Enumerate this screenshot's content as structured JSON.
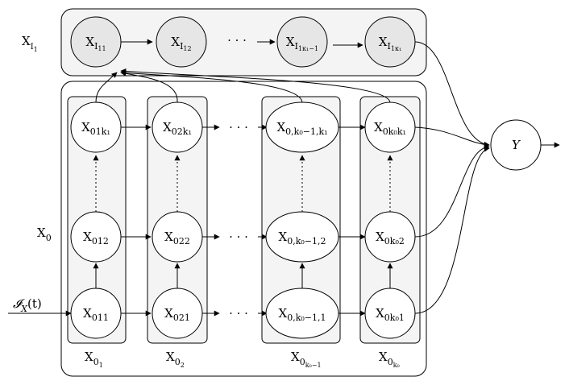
{
  "labels": {
    "group_x_i1": "X",
    "group_x_i1_sub": "I",
    "group_x_i1_subsub": "1",
    "group_x0": "X",
    "group_x0_sub": "0",
    "input": "𝓘",
    "input_sub": "X",
    "input_tail": "(t)",
    "output": "Y",
    "dots": "· · ·"
  },
  "top_nodes": [
    {
      "base": "X",
      "sub": "I",
      "subsub": "11"
    },
    {
      "base": "X",
      "sub": "I",
      "subsub": "12"
    },
    {
      "base": "X",
      "sub": "I",
      "subsub": "1κ₁−1"
    },
    {
      "base": "X",
      "sub": "I",
      "subsub": "1κ₁"
    }
  ],
  "columns": [
    {
      "label": "X",
      "label_sub": "0",
      "label_subsub": "1",
      "nodes": [
        {
          "base": "X",
          "sub": "011"
        },
        {
          "base": "X",
          "sub": "012"
        },
        {
          "base": "X",
          "sub": "01k₁"
        }
      ]
    },
    {
      "label": "X",
      "label_sub": "0",
      "label_subsub": "2",
      "nodes": [
        {
          "base": "X",
          "sub": "021"
        },
        {
          "base": "X",
          "sub": "022"
        },
        {
          "base": "X",
          "sub": "02k₁"
        }
      ]
    },
    {
      "label": "X",
      "label_sub": "0",
      "label_subsub": "k₀−1",
      "nodes": [
        {
          "base": "X",
          "sub": "0,k₀−1,1"
        },
        {
          "base": "X",
          "sub": "0,k₀−1,2"
        },
        {
          "base": "X",
          "sub": "0,k₀−1,k₁"
        }
      ]
    },
    {
      "label": "X",
      "label_sub": "0",
      "label_subsub": "k₀",
      "nodes": [
        {
          "base": "X",
          "sub": "0k₀1"
        },
        {
          "base": "X",
          "sub": "0k₀2"
        },
        {
          "base": "X",
          "sub": "0k₀k₁"
        }
      ]
    }
  ]
}
